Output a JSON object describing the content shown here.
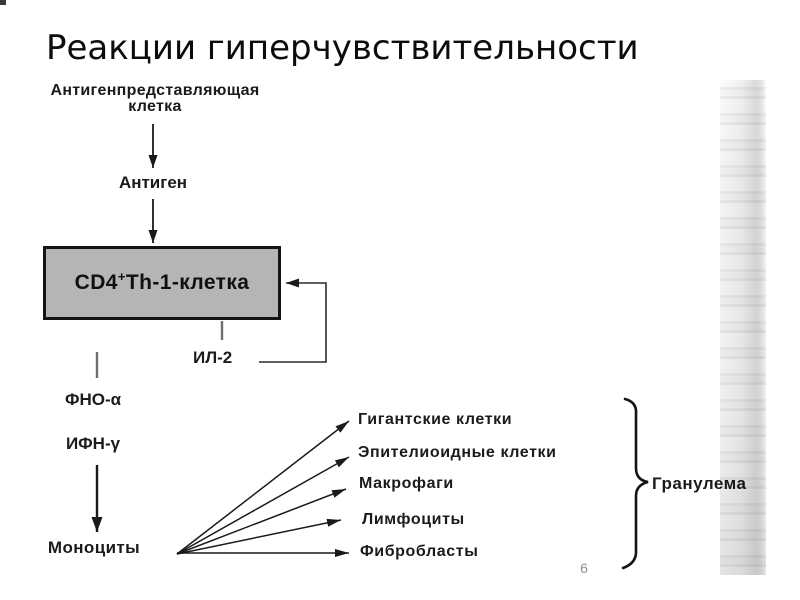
{
  "slide": {
    "title": "Реакции гиперчувствительности",
    "page_number": "6"
  },
  "diagram": {
    "apc_line1": "Антигенпредставляющая",
    "apc_line2": "клетка",
    "antigen": "Антиген",
    "cd4_prefix": "CD4",
    "cd4_sup": "+",
    "cd4_suffix": "Th-1-клетка",
    "il2": "ИЛ-2",
    "tnf_alpha": "ФНО-α",
    "ifn_gamma": "ИФН-γ",
    "monocytes": "Моноциты",
    "targets": [
      {
        "label": "Гигантские клетки"
      },
      {
        "label": "Эпителиоидные клетки"
      },
      {
        "label": "Макрофаги"
      },
      {
        "label": "Лимфоциты"
      },
      {
        "label": "Фибробласты"
      }
    ],
    "granuloma": "Гранулема",
    "colors": {
      "box_fill": "#b5b5b5",
      "box_border": "#141414",
      "arrow_black": "#1a1a1a",
      "connector_gray": "#6e6e6e",
      "page_number_gray": "#8f8f8f"
    }
  }
}
